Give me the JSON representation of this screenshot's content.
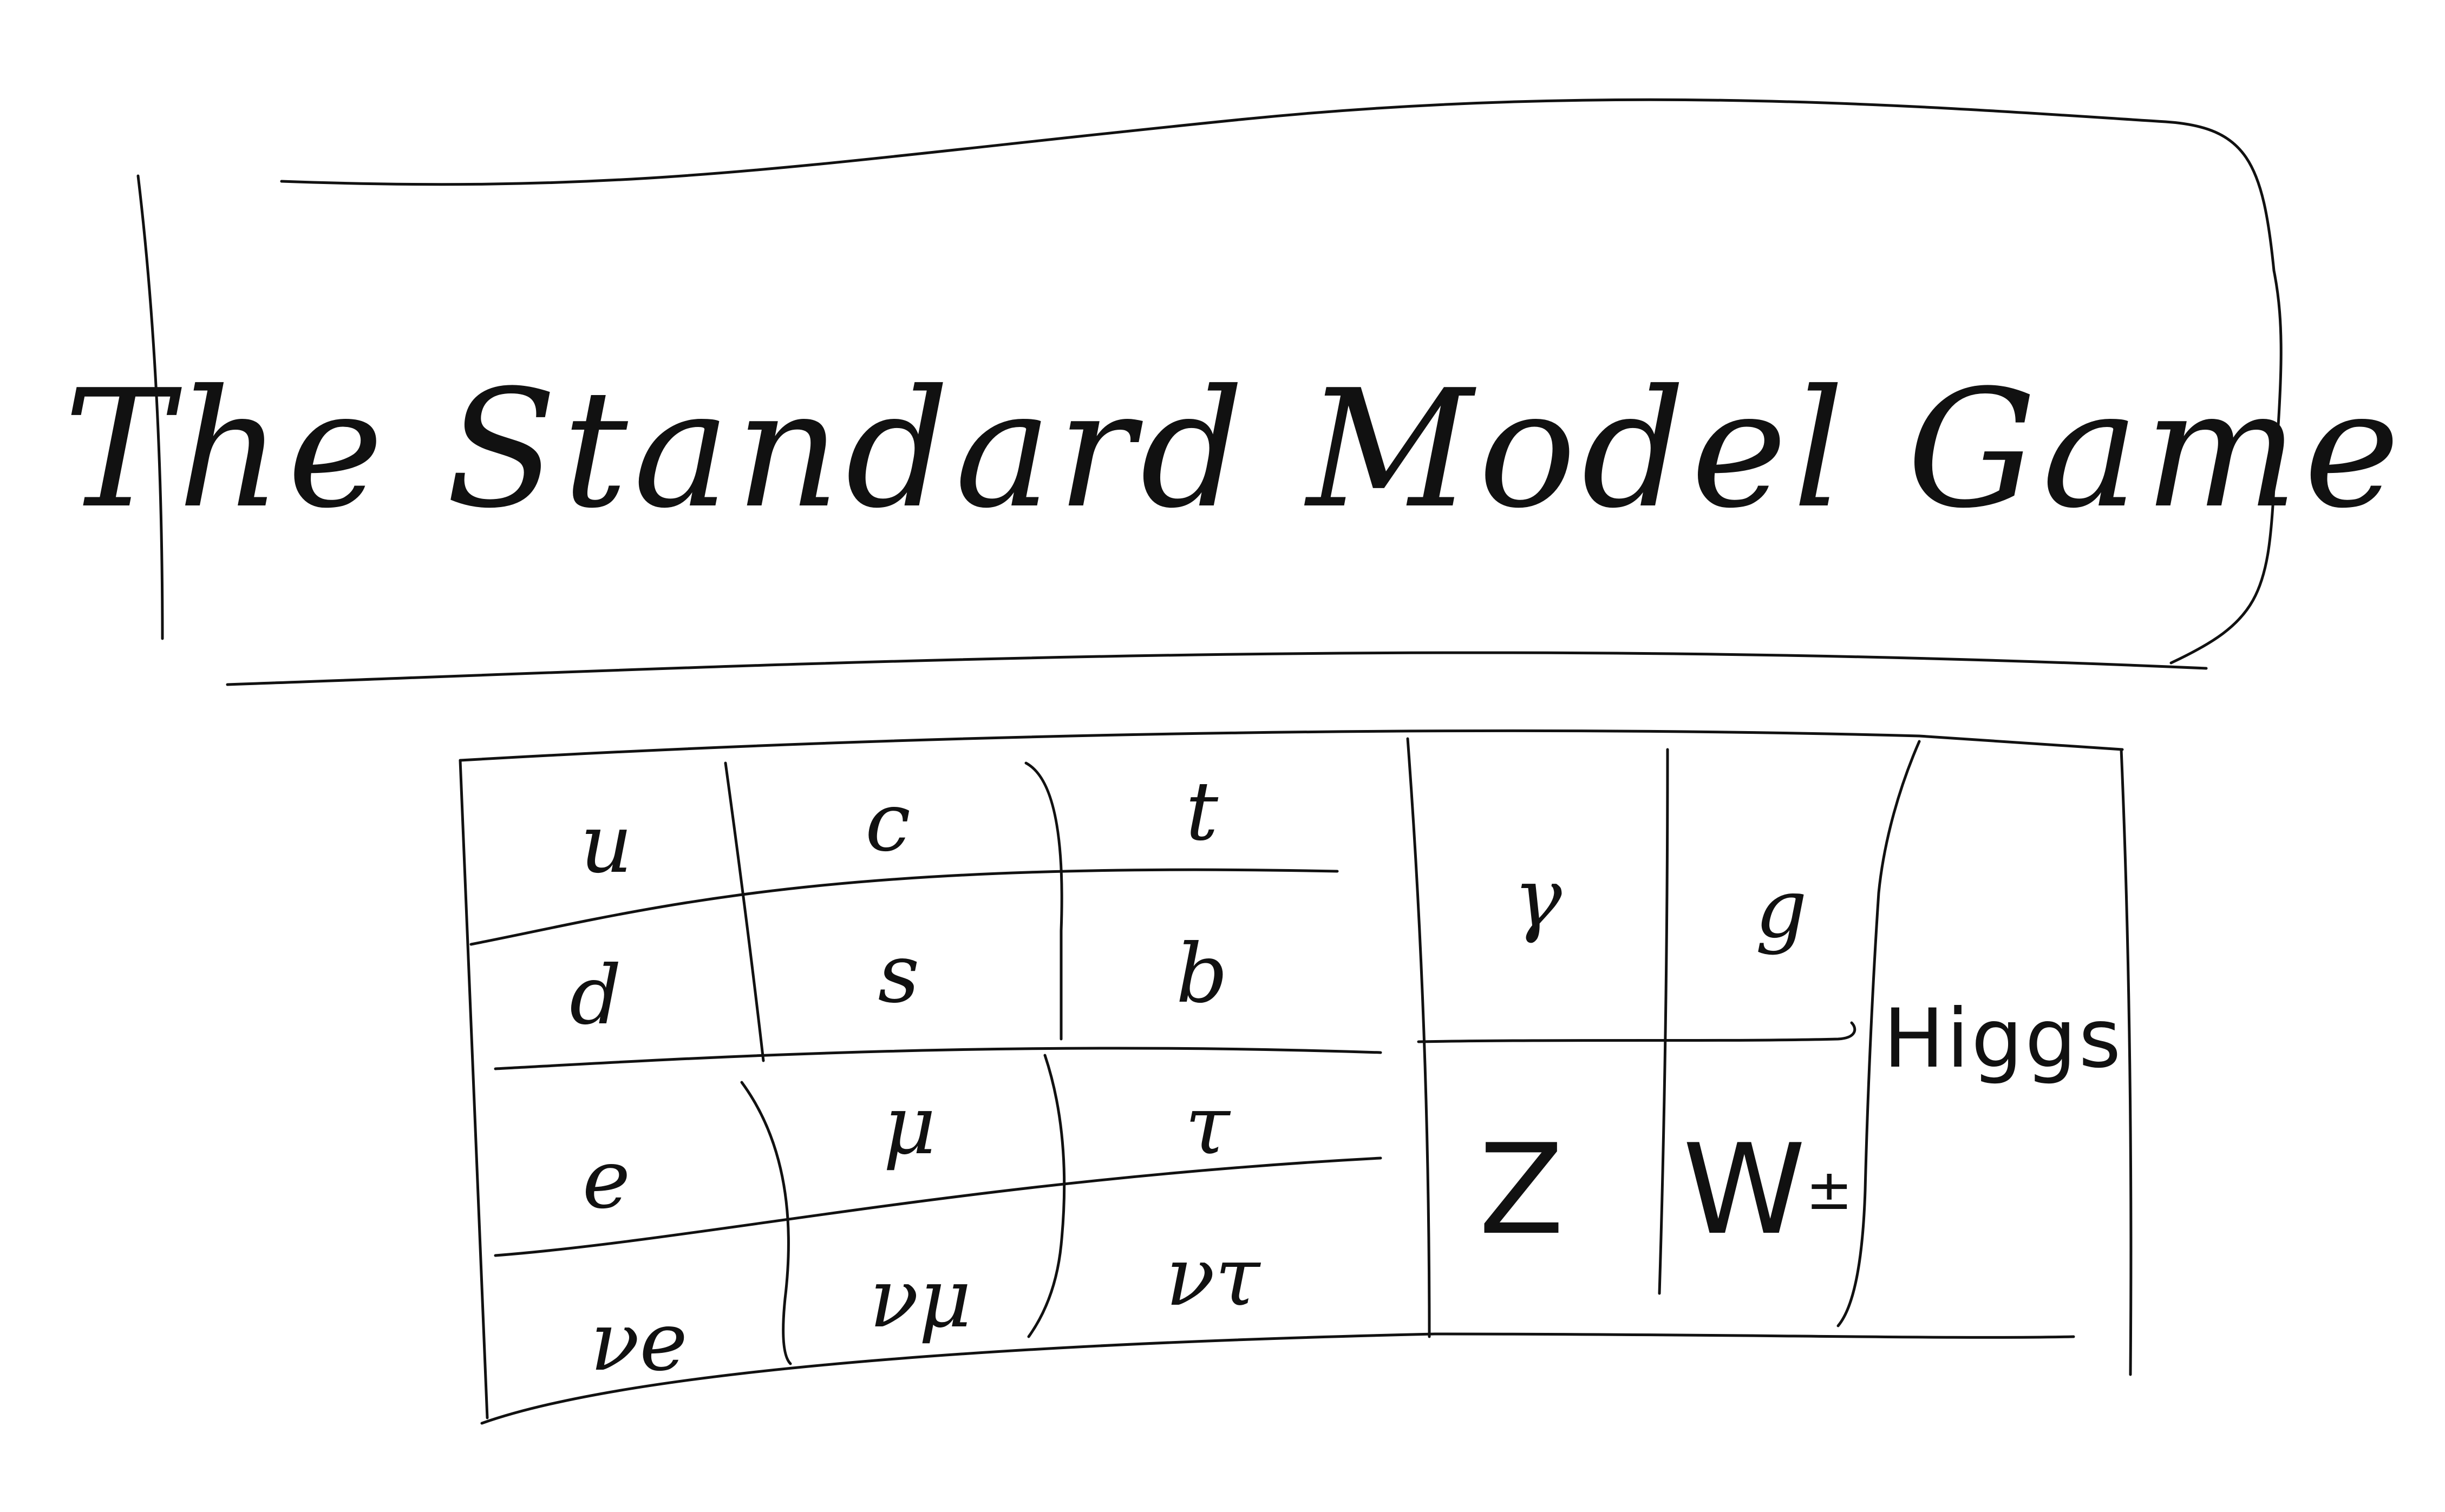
{
  "title": "The Standard Model Game",
  "quarks": {
    "row1": [
      "u",
      "c",
      "t"
    ],
    "row2": [
      "d",
      "s",
      "b"
    ]
  },
  "leptons": {
    "row1": [
      "e",
      "μ",
      "τ"
    ],
    "row2": [
      "νe",
      "νμ",
      "ντ"
    ]
  },
  "bosons": {
    "photon": "γ",
    "gluon": "g",
    "z": "Z",
    "w": "W",
    "w_charge": "±"
  },
  "higgs": "Higgs",
  "colors": {
    "ink": "#111111",
    "paper": "#ffffff"
  }
}
